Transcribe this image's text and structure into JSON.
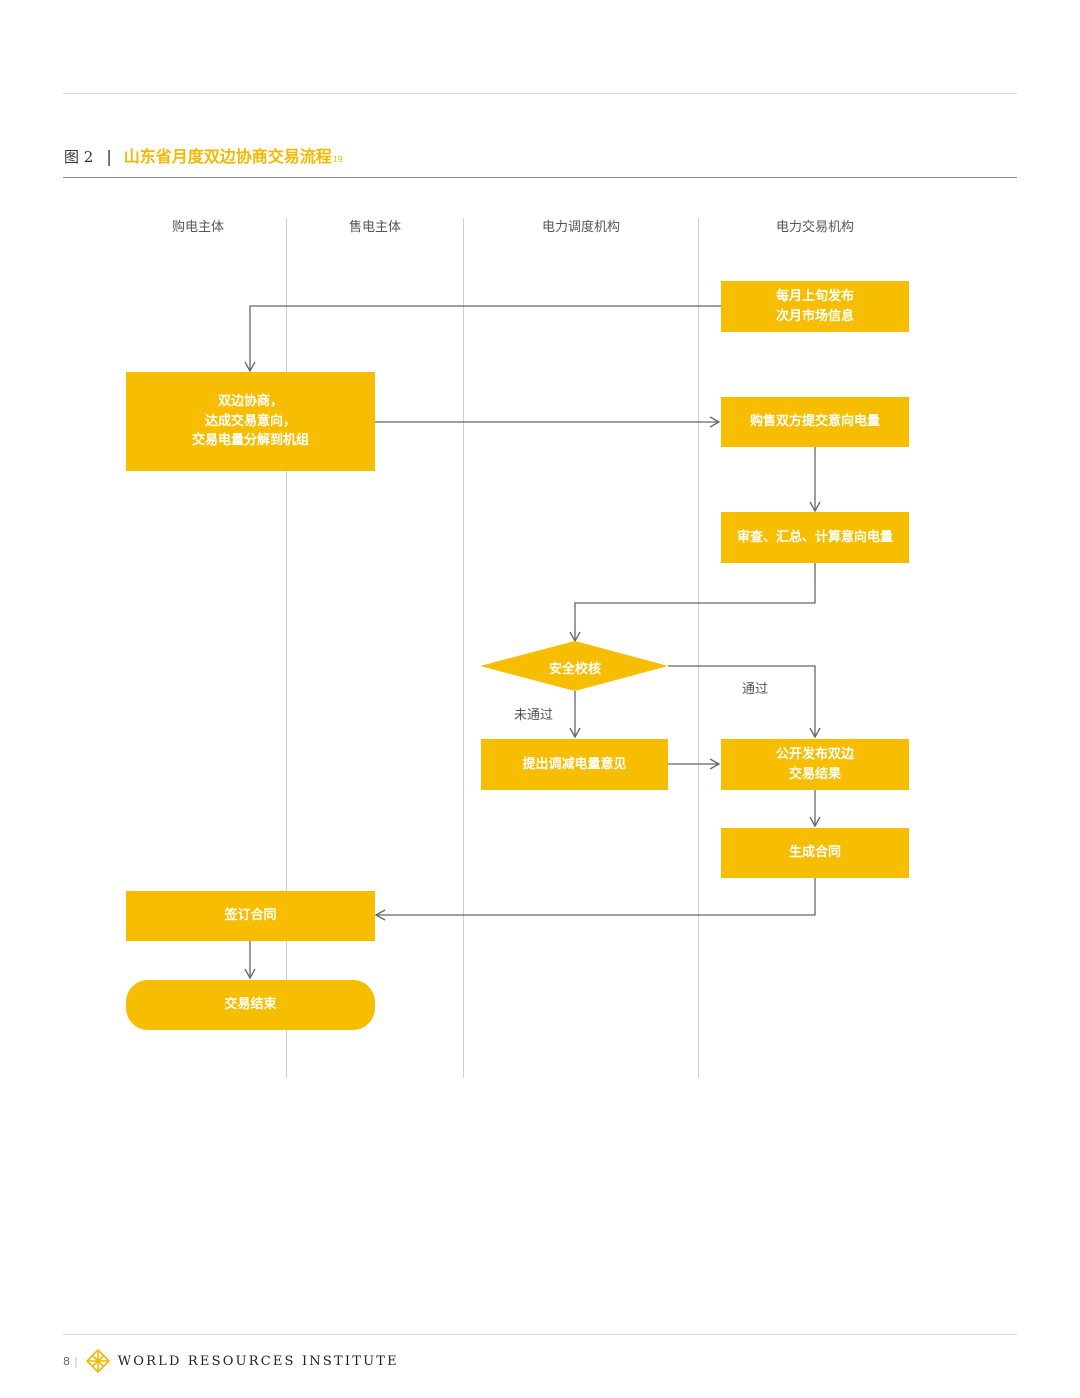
{
  "figure": {
    "label": "图 2",
    "separator": "|",
    "title": "山东省月度双边协商交易流程",
    "superscript": "19"
  },
  "lanes": [
    "购电主体",
    "售电主体",
    "电力调度机构",
    "电力交易机构"
  ],
  "nodes": {
    "publish_info": [
      "每月上旬发布",
      "次月市场信息"
    ],
    "negotiate": [
      "双边协商，",
      "达成交易意向，",
      "交易电量分解到机组"
    ],
    "submit_intent": [
      "购售双方提交意向电量"
    ],
    "review": [
      "审查、汇总、计算意向电量"
    ],
    "safety_check": "安全校核",
    "reduce_opinion": [
      "提出调减电量意见"
    ],
    "publish_result": [
      "公开发布双边",
      "交易结果"
    ],
    "generate_contract": [
      "生成合同"
    ],
    "sign_contract": [
      "签订合同"
    ],
    "end": [
      "交易结束"
    ]
  },
  "edge_labels": {
    "pass": "通过",
    "fail": "未通过"
  },
  "footer": {
    "page": "8",
    "separator": "|",
    "org": "WORLD RESOURCES INSTITUTE"
  },
  "colors": {
    "node_fill": "#F7BD00",
    "title_accent": "#F5B800",
    "connector": "#666666"
  }
}
